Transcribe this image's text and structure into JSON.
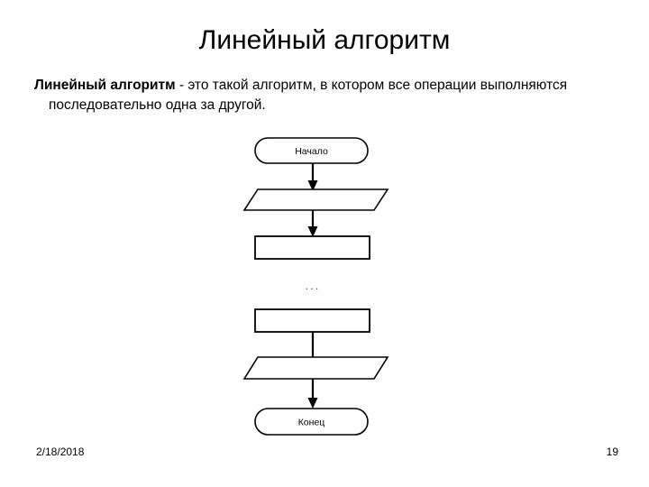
{
  "slide": {
    "title": "Линейный алгоритм",
    "body": {
      "term": "Линейный алгоритм",
      "rest": " - это такой алгоритм, в котором все операции выполняются последовательно одна за другой."
    },
    "footer": {
      "date": "2/18/2018",
      "page_number": "19"
    },
    "colors": {
      "background": "#ffffff",
      "text": "#000000",
      "shape_stroke": "#000000",
      "shape_fill": "#ffffff"
    }
  },
  "flowchart": {
    "ellipsis": "...",
    "nodes": [
      {
        "id": "start",
        "type": "terminator",
        "label": "Начало"
      },
      {
        "id": "io-1",
        "type": "parallelogram",
        "label": ""
      },
      {
        "id": "process-1",
        "type": "rectangle",
        "label": ""
      },
      {
        "id": "process-2",
        "type": "rectangle",
        "label": ""
      },
      {
        "id": "io-2",
        "type": "parallelogram",
        "label": ""
      },
      {
        "id": "end",
        "type": "terminator",
        "label": "Конец"
      }
    ],
    "connectors": [
      {
        "from": "start",
        "to": "io-1",
        "arrowhead": true
      },
      {
        "from": "io-1",
        "to": "process-1",
        "arrowhead": true
      },
      {
        "from": "process-2",
        "to": "io-2",
        "arrowhead": false
      },
      {
        "from": "io-2",
        "to": "end",
        "arrowhead": true
      }
    ]
  }
}
